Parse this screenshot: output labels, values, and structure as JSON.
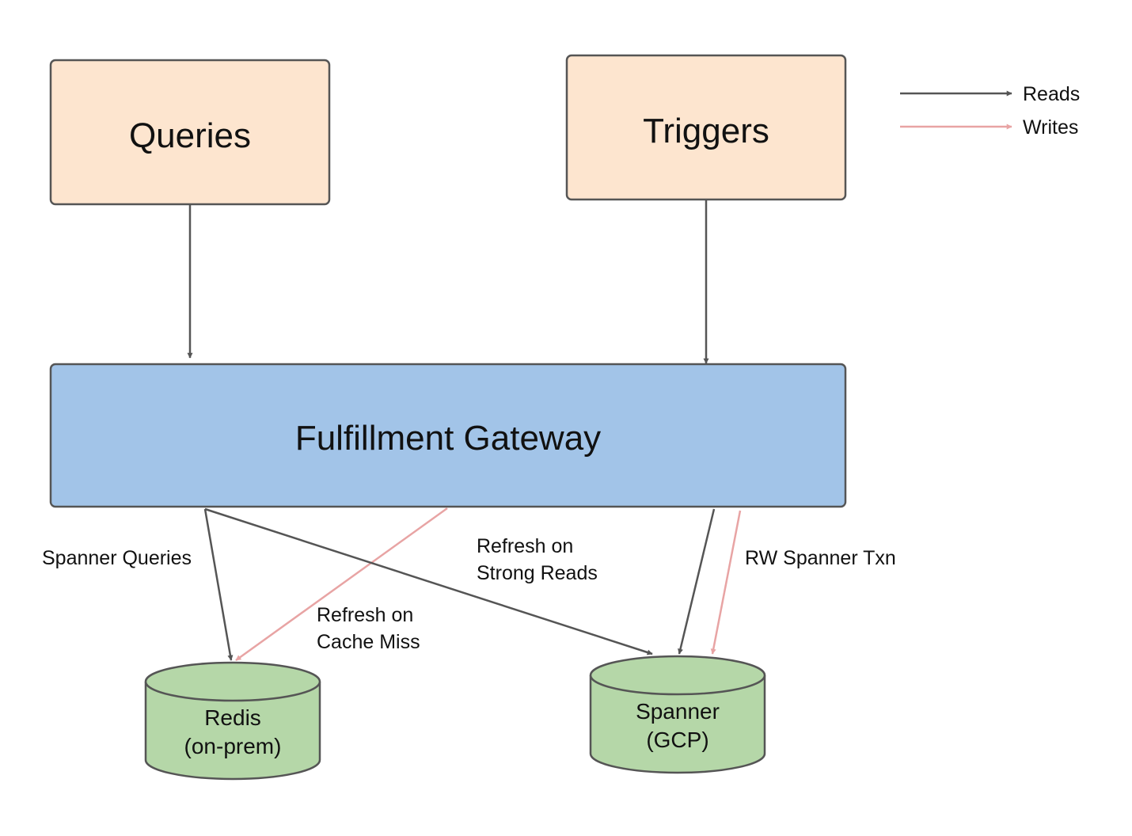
{
  "nodes": {
    "queries": {
      "label": "Queries"
    },
    "triggers": {
      "label": "Triggers"
    },
    "gateway": {
      "label": "Fulfillment Gateway"
    },
    "redis": {
      "line1": "Redis",
      "line2": "(on-prem)"
    },
    "spanner": {
      "line1": "Spanner",
      "line2": "(GCP)"
    }
  },
  "edges": {
    "spanner_queries": {
      "label": "Spanner Queries"
    },
    "refresh_cache_miss": {
      "line1": "Refresh on",
      "line2": "Cache Miss"
    },
    "refresh_strong_reads": {
      "line1": "Refresh on",
      "line2": "Strong Reads"
    },
    "rw_spanner_txn": {
      "label": "RW Spanner Txn"
    }
  },
  "legend": {
    "reads": "Reads",
    "writes": "Writes"
  },
  "colors": {
    "source_fill": "#fde5cf",
    "gateway_fill": "#a2c4e8",
    "db_fill": "#b5d7a8",
    "outline": "#555555",
    "read_arrow": "#555555",
    "write_arrow": "#e8a4a4"
  }
}
